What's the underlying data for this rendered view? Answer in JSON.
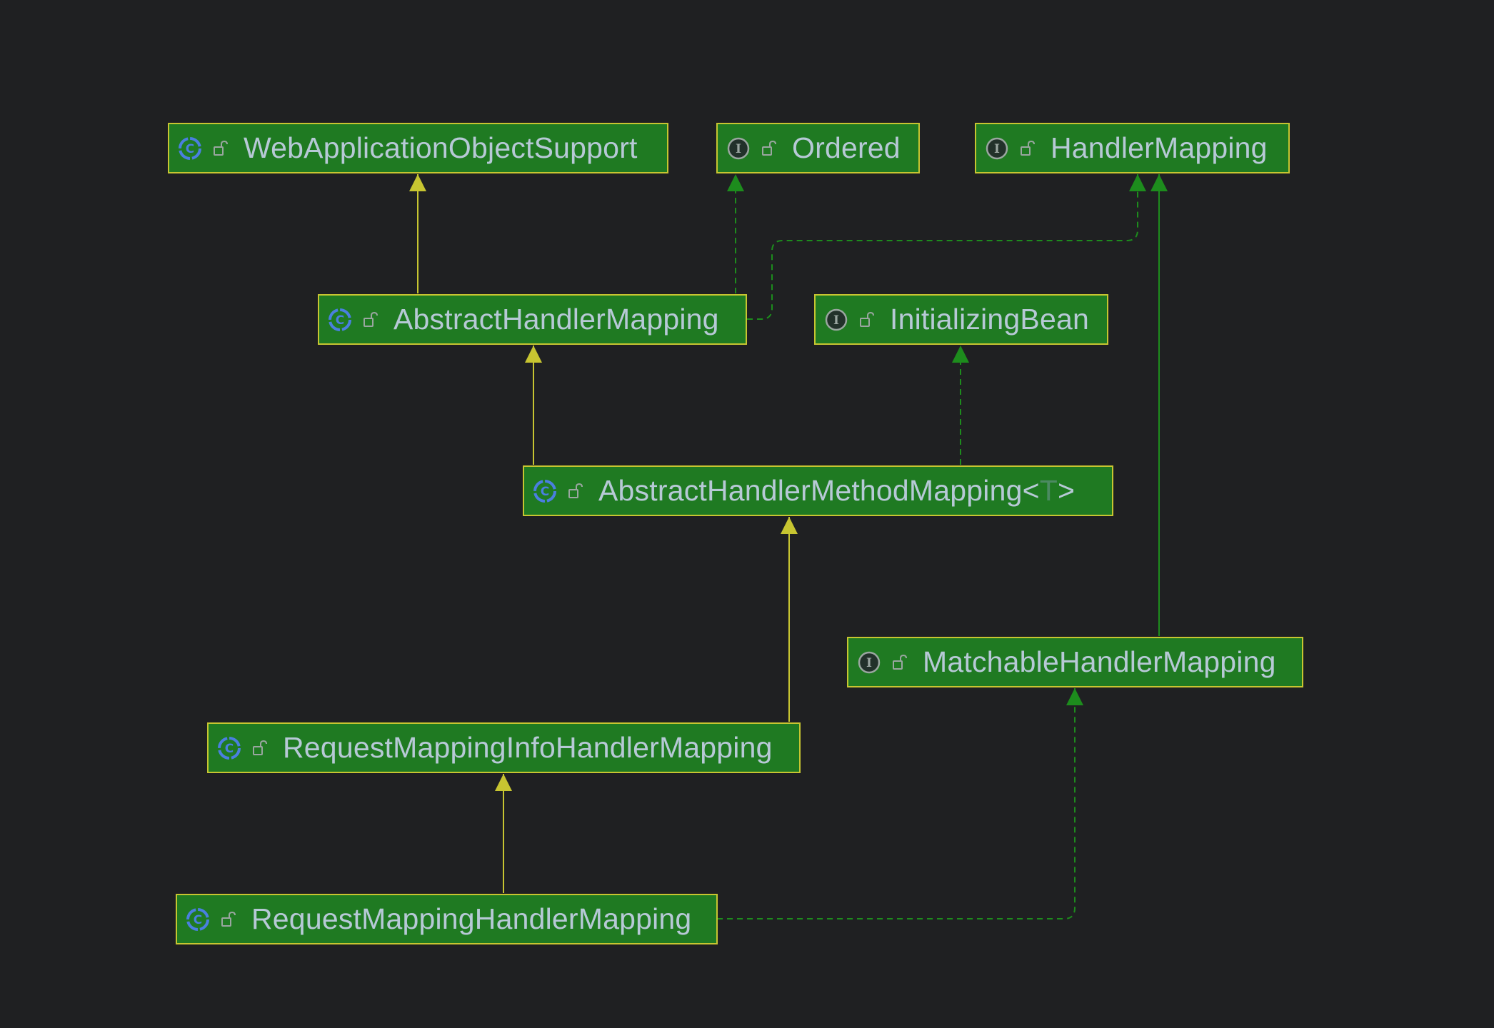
{
  "diagram": {
    "colors": {
      "background": "#1f2022",
      "node_fill": "#1f7a22",
      "node_border": "#c7c531",
      "node_text": "#b7c9d6",
      "extends_edge": "#c7c531",
      "implements_edge": "#1d8c1d",
      "class_icon": "#4a7fe0",
      "interface_icon": "#9aa6a0"
    },
    "nodes": {
      "web_application_object_support": {
        "kind": "class",
        "name": "WebApplicationObjectSupport",
        "visibility_icon": "unlock-icon"
      },
      "ordered": {
        "kind": "interface",
        "name": "Ordered",
        "visibility_icon": "unlock-icon"
      },
      "handler_mapping": {
        "kind": "interface",
        "name": "HandlerMapping",
        "visibility_icon": "unlock-icon"
      },
      "abstract_handler_mapping": {
        "kind": "class",
        "name": "AbstractHandlerMapping",
        "visibility_icon": "unlock-icon"
      },
      "initializing_bean": {
        "kind": "interface",
        "name": "InitializingBean",
        "visibility_icon": "unlock-icon"
      },
      "abstract_handler_method_mapping": {
        "kind": "class",
        "name": "AbstractHandlerMethodMapping",
        "generic_open": "<",
        "generic_param": "T",
        "generic_close": ">",
        "visibility_icon": "unlock-icon"
      },
      "matchable_handler_mapping": {
        "kind": "interface",
        "name": "MatchableHandlerMapping",
        "visibility_icon": "unlock-icon"
      },
      "request_mapping_info_handler_mapping": {
        "kind": "class",
        "name": "RequestMappingInfoHandlerMapping",
        "visibility_icon": "unlock-icon"
      },
      "request_mapping_handler_mapping": {
        "kind": "class",
        "name": "RequestMappingHandlerMapping",
        "visibility_icon": "unlock-icon"
      }
    },
    "edges": [
      {
        "from": "abstract_handler_mapping",
        "to": "web_application_object_support",
        "type": "extends"
      },
      {
        "from": "abstract_handler_mapping",
        "to": "ordered",
        "type": "implements"
      },
      {
        "from": "abstract_handler_mapping",
        "to": "handler_mapping",
        "type": "implements"
      },
      {
        "from": "abstract_handler_method_mapping",
        "to": "abstract_handler_mapping",
        "type": "extends"
      },
      {
        "from": "abstract_handler_method_mapping",
        "to": "initializing_bean",
        "type": "implements"
      },
      {
        "from": "request_mapping_info_handler_mapping",
        "to": "abstract_handler_method_mapping",
        "type": "extends"
      },
      {
        "from": "matchable_handler_mapping",
        "to": "handler_mapping",
        "type": "extends"
      },
      {
        "from": "request_mapping_handler_mapping",
        "to": "request_mapping_info_handler_mapping",
        "type": "extends"
      },
      {
        "from": "request_mapping_handler_mapping",
        "to": "matchable_handler_mapping",
        "type": "implements"
      }
    ]
  }
}
